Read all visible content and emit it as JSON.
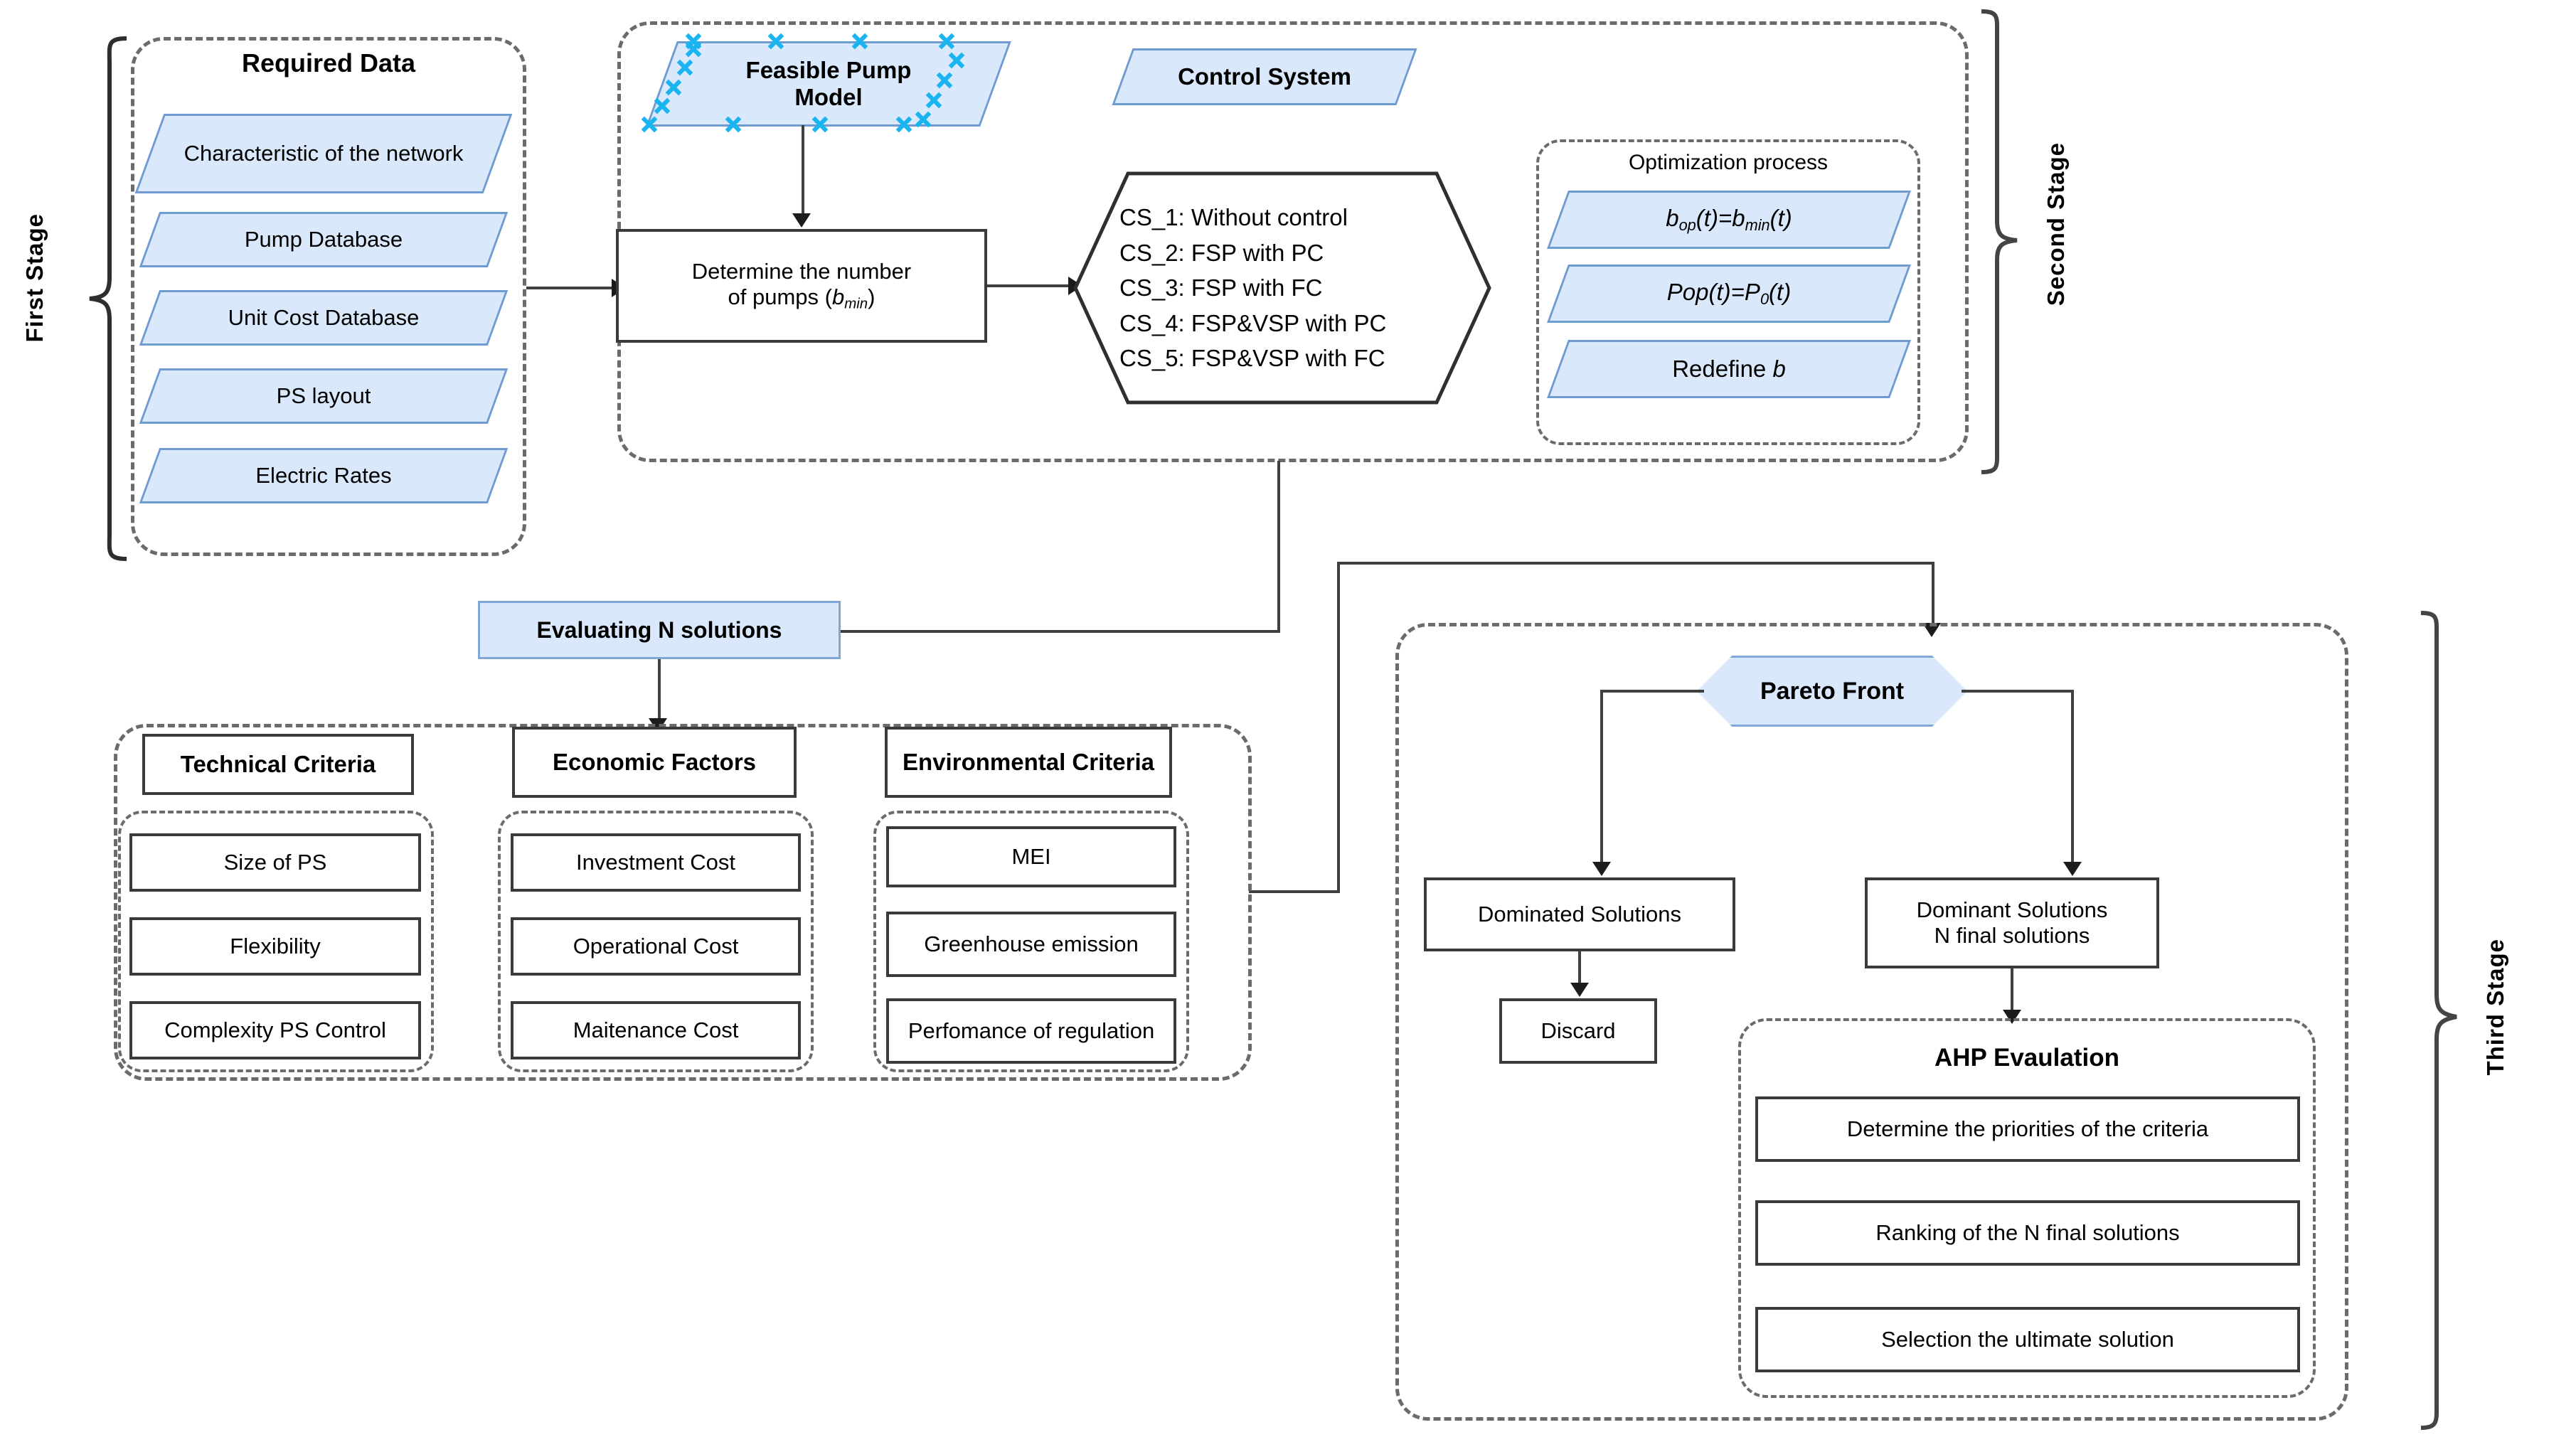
{
  "stages": {
    "first": "First Stage",
    "second": "Second Stage",
    "third": "Third Stage"
  },
  "first_stage": {
    "title": "Required Data",
    "items": [
      "Characteristic of the network",
      "Pump Database",
      "Unit Cost Database",
      "PS layout",
      "Electric Rates"
    ]
  },
  "second_stage": {
    "feasible_pump_model": "Feasible Pump\nModel",
    "determine_pumps_line1": "Determine the number",
    "determine_pumps_line2_pre": "of pumps (",
    "determine_pumps_var": "b",
    "determine_pumps_sub": "min",
    "determine_pumps_line2_post": ")",
    "control_system_label": "Control System",
    "control_system_items": [
      "CS_1: Without control",
      "CS_2: FSP with PC",
      "CS_3: FSP with FC",
      "CS_4: FSP&VSP with PC",
      "CS_5: FSP&VSP with FC"
    ],
    "optimization": {
      "title": "Optimization process",
      "items": [
        "b_op(t)=b_min(t)",
        "Pop(t)=P_0(t)",
        "Redefine b"
      ]
    }
  },
  "evaluating": {
    "label": "Evaluating N solutions"
  },
  "criteria": {
    "columns": [
      {
        "header": "Technical Criteria",
        "items": [
          "Size of PS",
          "Flexibility",
          "Complexity PS Control"
        ]
      },
      {
        "header": "Economic Factors",
        "items": [
          "Investment Cost",
          "Operational Cost",
          "Maitenance Cost"
        ]
      },
      {
        "header": "Environmental Criteria",
        "items": [
          "MEI",
          "Greenhouse emission",
          "Perfomance of regulation"
        ]
      }
    ]
  },
  "third_stage": {
    "pareto_front": "Pareto Front",
    "dominated_solutions": "Dominated Solutions",
    "discard": "Discard",
    "dominant_solutions_line1": "Dominant Solutions",
    "dominant_solutions_line2": "N final solutions",
    "ahp": {
      "title": "AHP Evaulation",
      "items": [
        "Determine the priorities of the criteria",
        "Ranking of the N final solutions",
        "Selection the ultimate solution"
      ]
    }
  },
  "colors": {
    "fill_blue": "#d9e8fb",
    "stroke_blue": "#6f9bd1",
    "stroke_dark": "#3a3a3a",
    "dash_gray": "#6b6b6b",
    "handle_cyan": "#1ab4f0"
  }
}
